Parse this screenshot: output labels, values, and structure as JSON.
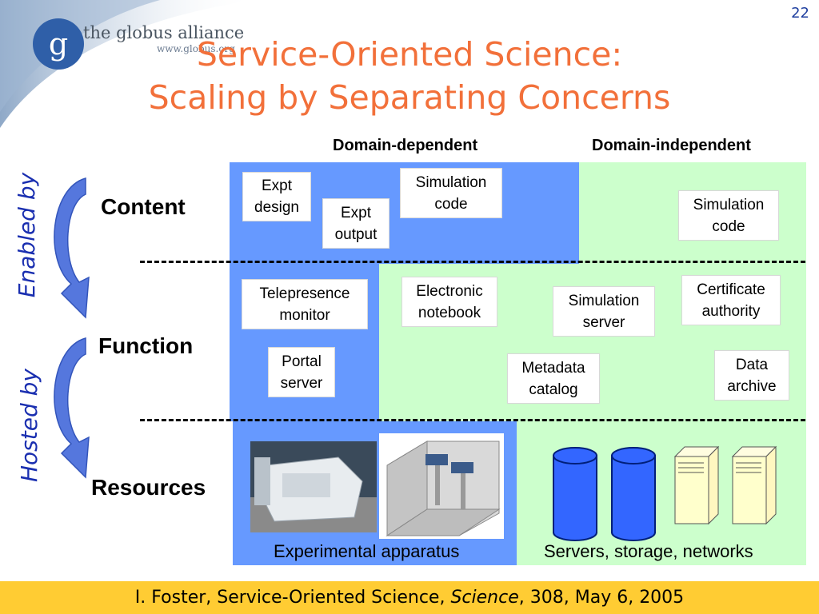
{
  "slide": {
    "number": "22",
    "title_line1": "Service-Oriented Science:",
    "title_line2": "Scaling by Separating Concerns"
  },
  "logo": {
    "name": "the globus alliance",
    "url": "www.globus.org",
    "letter": "g"
  },
  "columns": {
    "domain_dependent": "Domain-dependent",
    "domain_independent": "Domain-independent"
  },
  "rows": {
    "content": "Content",
    "function": "Function",
    "resources": "Resources"
  },
  "side_labels": {
    "enabled_by": "Enabled by",
    "hosted_by": "Hosted by"
  },
  "content_boxes": {
    "expt_design": "Expt\ndesign",
    "expt_output": "Expt\noutput",
    "simulation_code_dep": "Simulation\ncode",
    "simulation_code_indep": "Simulation\ncode"
  },
  "function_boxes": {
    "telepresence_monitor": "Telepresence\nmonitor",
    "portal_server": "Portal\nserver",
    "electronic_notebook": "Electronic\nnotebook",
    "simulation_server": "Simulation\nserver",
    "certificate_authority": "Certificate\nauthority",
    "metadata_catalog": "Metadata\ncatalog",
    "data_archive": "Data\narchive"
  },
  "resources": {
    "experimental_apparatus": "Experimental apparatus",
    "servers_storage_networks": "Servers, storage, networks"
  },
  "footer": {
    "before_italic": "I. Foster, Service-Oriented Science, ",
    "italic": "Science",
    "after_italic": ", 308, May 6, 2005"
  },
  "colors": {
    "title": "#f2703a",
    "domain_dependent_region": "#6699ff",
    "domain_independent_region": "#ccffcc",
    "footer_band": "#ffcc33",
    "side_label": "#1a2fb0"
  }
}
